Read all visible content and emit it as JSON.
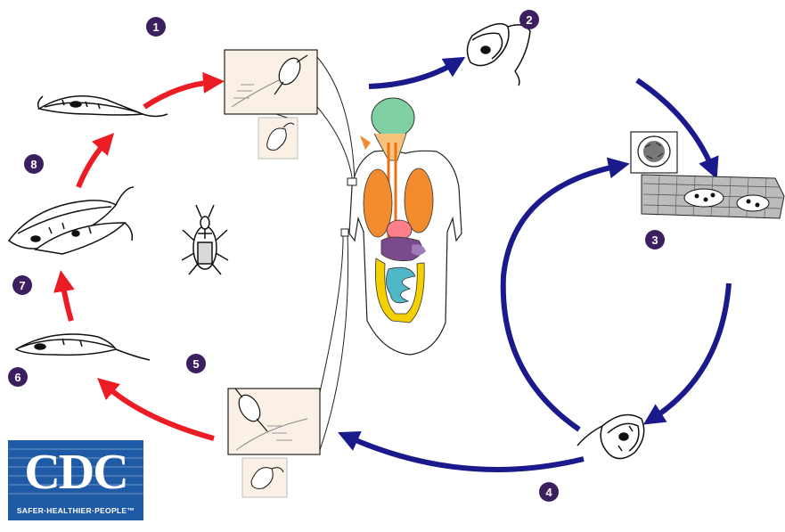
{
  "diagram": {
    "steps": [
      {
        "id": 1,
        "label": "1"
      },
      {
        "id": 2,
        "label": "2"
      },
      {
        "id": 3,
        "label": "3"
      },
      {
        "id": 4,
        "label": "4"
      },
      {
        "id": 5,
        "label": "5"
      },
      {
        "id": 6,
        "label": "6"
      },
      {
        "id": 7,
        "label": "7"
      },
      {
        "id": 8,
        "label": "8"
      }
    ],
    "colors": {
      "insect_stage_arrow": "#ec1c24",
      "human_stage_arrow": "#1a1a8c",
      "badge": "#3b1f5e",
      "brain": "#7fd0a3",
      "lungs": "#f28a2e",
      "heart": "#ff7f8a",
      "liver": "#7a4a8c",
      "intestine_large": "#f5d000",
      "intestine_small": "#4fb8c8",
      "inset_background": "#faf0e6"
    }
  },
  "logo": {
    "text": "CDC",
    "tagline": "SAFER·HEALTHIER·PEOPLE™",
    "color": "#1f5aa6"
  }
}
